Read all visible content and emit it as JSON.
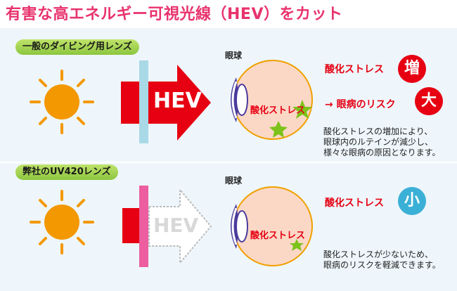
{
  "title": "有害な高エネルギー可視光線（HEV）をカット",
  "top": {
    "label": "一般のダイビング用レンズ",
    "arrow_text": "HEV",
    "eye_label": "眼球",
    "inner_stress": "酸化ストレス",
    "stress_label": "酸化ストレス",
    "stress_badge": "増",
    "risk_label": "→ 眼病のリスク",
    "risk_badge": "大",
    "note_lines": [
      "酸化ストレスの増加により、",
      "眼球内のルテインが減少し、",
      "様々な眼病の原因となります。"
    ]
  },
  "bottom": {
    "label": "弊社のUV420レンズ",
    "arrow_text": "HEV",
    "eye_label": "眼球",
    "inner_stress": "酸化ストレス",
    "stress_label": "酸化ストレス",
    "stress_badge": "小",
    "note_lines": [
      "酸化ストレスが少ないため、",
      "眼病のリスクを軽減できます。"
    ]
  },
  "colors": {
    "title": "#e8336d",
    "arrow_red": "#e60012",
    "badge_red": "#e60012",
    "badge_blue": "#3bb0d6",
    "lens_top": "#a9d8e6",
    "lens_bottom": "#ec5ea0",
    "sun": "#f39800",
    "eye_fill": "#fbd8c6",
    "eye_stroke": "#f0a000",
    "spark": "#7cc21a"
  }
}
